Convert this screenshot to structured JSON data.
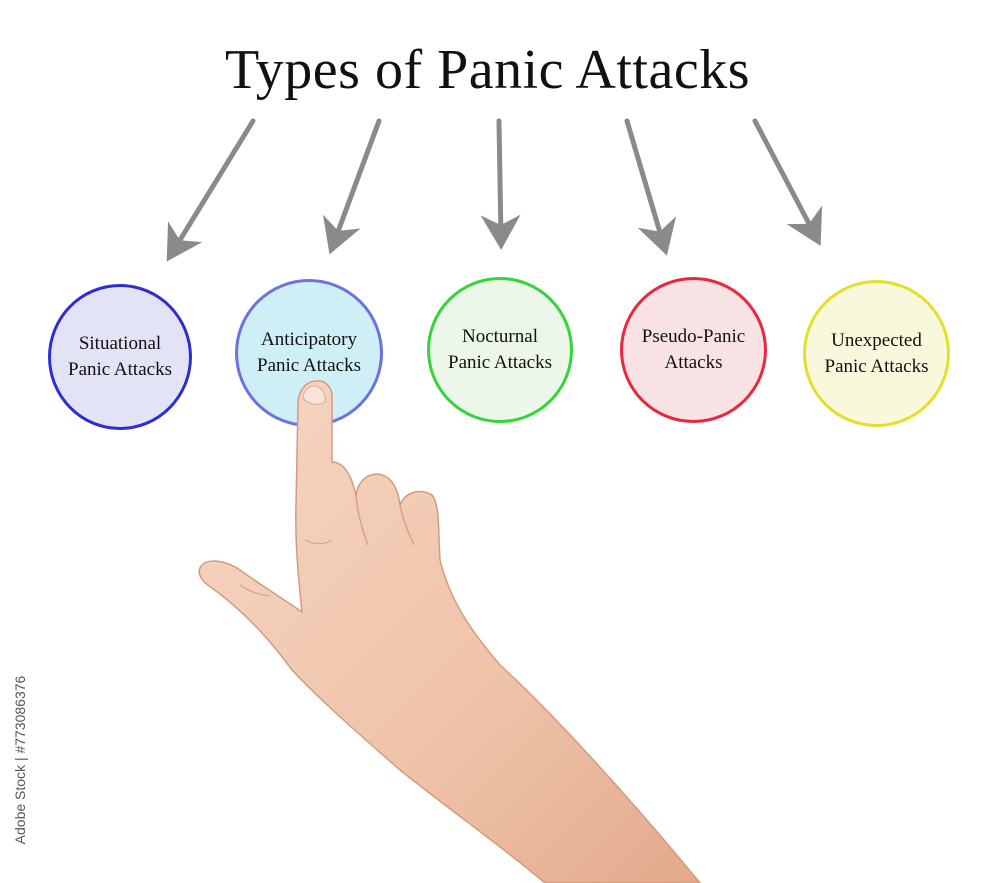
{
  "title": "Types of Panic Attacks",
  "types": [
    {
      "line1": "Situational",
      "line2": "Panic Attacks"
    },
    {
      "line1": "Anticipatory",
      "line2": "Panic Attacks"
    },
    {
      "line1": "Nocturnal",
      "line2": "Panic Attacks"
    },
    {
      "line1": "Pseudo-Panic",
      "line2": "Attacks"
    },
    {
      "line1": "Unexpected",
      "line2": "Panic Attacks"
    }
  ],
  "colors": {
    "situational": "#2b2fd0",
    "anticipatory": "#6d72e0",
    "nocturnal": "#34d43a",
    "pseudo_panic": "#e8283f",
    "unexpected": "#e4e02a",
    "arrow": "#8a8a8a"
  },
  "stock_id": "Adobe Stock | #773086376"
}
